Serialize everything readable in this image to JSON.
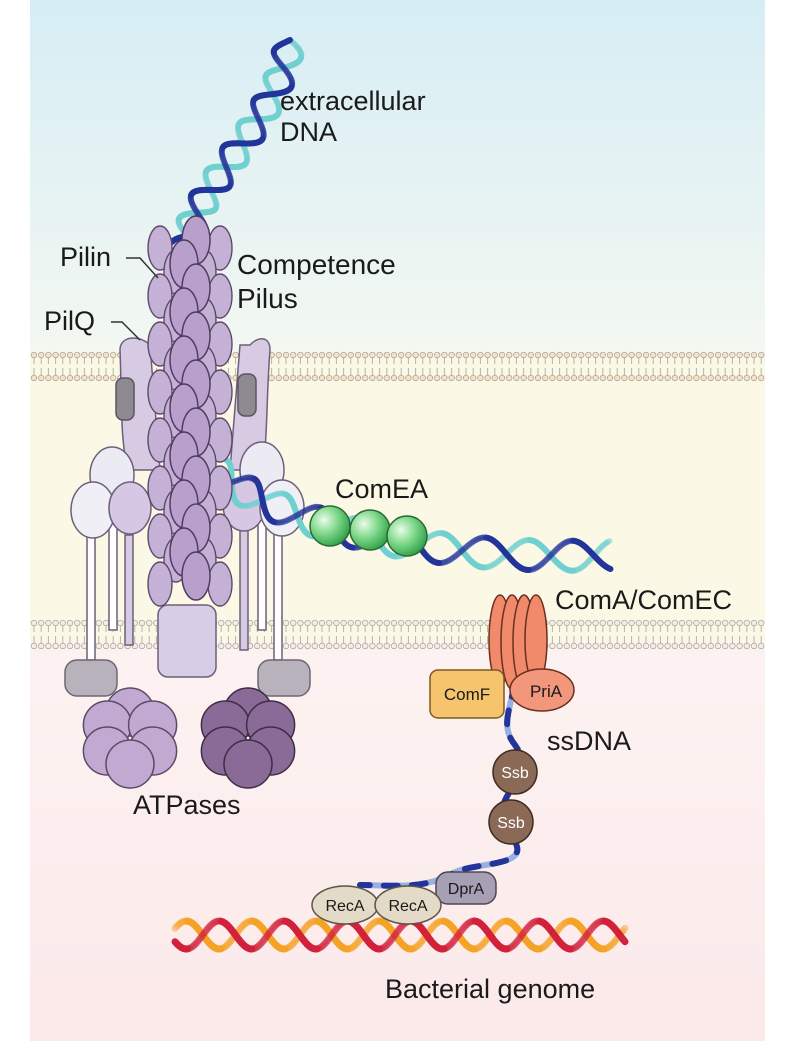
{
  "labels": {
    "extracellular_dna": [
      "extracellular",
      "DNA"
    ],
    "pilin": "Pilin",
    "pilq": "PilQ",
    "competence_pilus": [
      "Competence",
      "Pilus"
    ],
    "comea": "ComEA",
    "coma_comec": "ComA/ComEC",
    "comf": "ComF",
    "pria": "PriA",
    "ssdna": "ssDNA",
    "ssb_1": "Ssb",
    "ssb_2": "Ssb",
    "dpra": "DprA",
    "reca_1": "RecA",
    "reca_2": "RecA",
    "atpases": "ATPases",
    "bacterial_genome": "Bacterial genome"
  },
  "colors": {
    "extracellular_bg_top": "#d8eef5",
    "extracellular_bg_bottom": "#f5f9f2",
    "periplasm": "#fbf8e8",
    "cytoplasm": "#fdf1f1",
    "dna_dark": "#23349a",
    "dna_light": "#6fd0cf",
    "pilin": "#b9a0cc",
    "pilq": "#d5c9e3",
    "comea": "#4ec16a",
    "coma_comec": "#f0876a",
    "comf": "#f6c46e",
    "pria": "#f3977c",
    "ssb": "#8c6a58",
    "dpra": "#9b93a8",
    "reca": "#ded5c2",
    "genome_red": "#d2213b",
    "genome_orange": "#f5a327",
    "atpase_light": "#c2a9d2",
    "atpase_dark": "#8a6a96"
  }
}
